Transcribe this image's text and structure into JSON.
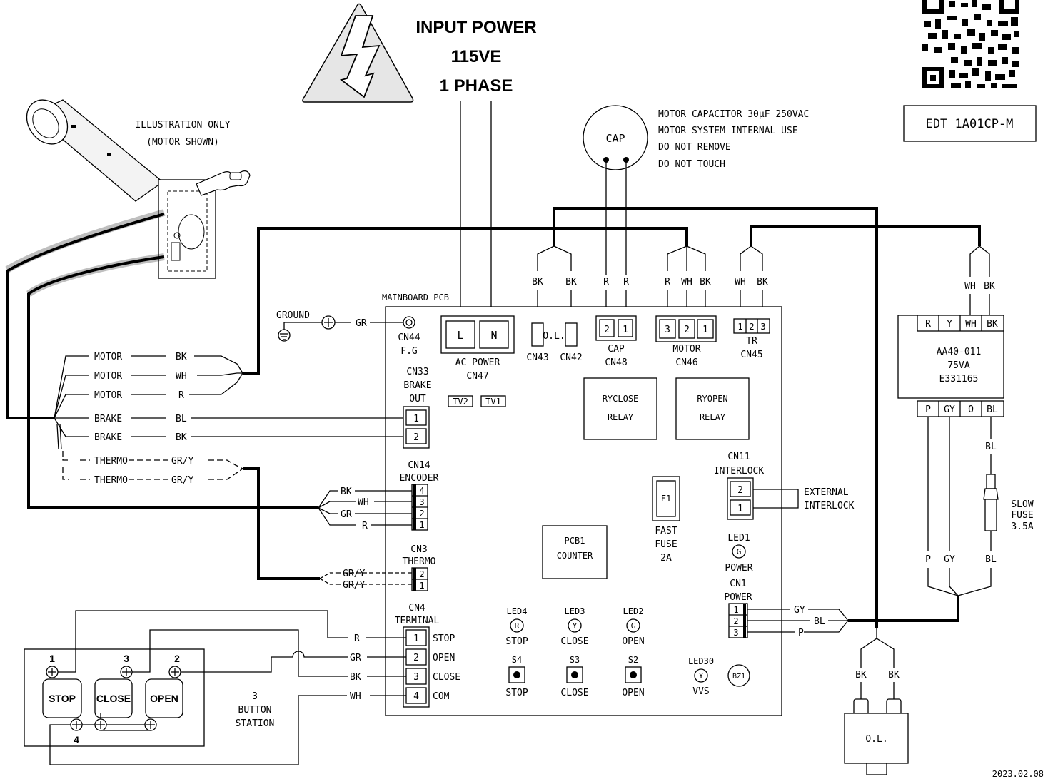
{
  "power": {
    "line1": "INPUT POWER",
    "line2": "115VE",
    "line3": "1 PHASE"
  },
  "model": "EDT 1A01CP-M",
  "illustration": {
    "line1": "ILLUSTRATION ONLY",
    "line2": "(MOTOR SHOWN)"
  },
  "capacitor": {
    "label": "CAP",
    "note1": "MOTOR CAPACITOR 30μF 250VAC",
    "note2": "MOTOR SYSTEM INTERNAL USE",
    "note3": "DO NOT REMOVE",
    "note4": "DO NOT TOUCH"
  },
  "pcb": {
    "title": "MAINBOARD PCB",
    "ground": "GROUND",
    "ground_wire": "GR",
    "cn44": "CN44",
    "fg": "F.G",
    "ac_l": "L",
    "ac_n": "N",
    "ac_power": "AC POWER",
    "cn47": "CN47",
    "cn43": "CN43",
    "cn42": "CN42",
    "ol": "O.L.",
    "cap_pin2": "2",
    "cap_pin1": "1",
    "cap": "CAP",
    "cn48": "CN48",
    "motor_pin3": "3",
    "motor_pin2": "2",
    "motor_pin1": "1",
    "motor": "MOTOR",
    "cn46": "CN46",
    "tr_pin1": "1",
    "tr_pin2": "2",
    "tr_pin3": "3",
    "tr": "TR",
    "cn45": "CN45",
    "cn33": "CN33",
    "brake": "BRAKE",
    "out": "OUT",
    "brake_pin1": "1",
    "brake_pin2": "2",
    "tv2": "TV2",
    "tv1": "TV1",
    "ryclose": "RYCLOSE",
    "ryopen": "RYOPEN",
    "relay": "RELAY",
    "cn14": "CN14",
    "encoder": "ENCODER",
    "enc_pin4": "4",
    "enc_pin3": "3",
    "enc_pin2": "2",
    "enc_pin1": "1",
    "cn11": "CN11",
    "interlock": "INTERLOCK",
    "il_pin2": "2",
    "il_pin1": "1",
    "external": "EXTERNAL",
    "interlock2": "INTERLOCK",
    "f1": "F1",
    "fast": "FAST",
    "fuse": "FUSE",
    "amp2": "2A",
    "pcb1": "PCB1",
    "counter": "COUNTER",
    "led1": "LED1",
    "led1_g": "G",
    "power": "POWER",
    "cn3": "CN3",
    "thermo": "THERMO",
    "th_pin2": "2",
    "th_pin1": "1",
    "cn1": "CN1",
    "cn1_power": "POWER",
    "cn1_pin1": "1",
    "cn1_pin2": "2",
    "cn1_pin3": "3",
    "cn4": "CN4",
    "terminal": "TERMINAL",
    "t_pin1": "1",
    "t_pin2": "2",
    "t_pin3": "3",
    "t_pin4": "4",
    "t_stop": "STOP",
    "t_open": "OPEN",
    "t_close": "CLOSE",
    "t_com": "COM",
    "led4": "LED4",
    "led4_c": "R",
    "led4_l": "STOP",
    "led3": "LED3",
    "led3_c": "Y",
    "led3_l": "CLOSE",
    "led2": "LED2",
    "led2_c": "G",
    "led2_l": "OPEN",
    "s4": "S4",
    "s4_l": "STOP",
    "s3": "S3",
    "s3_l": "CLOSE",
    "s2": "S2",
    "s2_l": "OPEN",
    "led30": "LED30",
    "led30_c": "Y",
    "vvs": "VVS",
    "bz1": "BZ1"
  },
  "wires": {
    "motor1": "MOTOR",
    "motor1_c": "BK",
    "motor2": "MOTOR",
    "motor2_c": "WH",
    "motor3": "MOTOR",
    "motor3_c": "R",
    "brake1": "BRAKE",
    "brake1_c": "BL",
    "brake2": "BRAKE",
    "brake2_c": "BK",
    "thermo1": "THERMO",
    "thermo1_c": "GR/Y",
    "thermo2": "THERMO",
    "thermo2_c": "GR/Y",
    "enc_bk": "BK",
    "enc_wh": "WH",
    "enc_gr": "GR",
    "enc_r": "R",
    "th_gry1": "GR/Y",
    "th_gry2": "GR/Y",
    "term_r": "R",
    "term_gr": "GR",
    "term_bk": "BK",
    "term_wh": "WH",
    "top_bk1": "BK",
    "top_bk2": "BK",
    "top_r1": "R",
    "top_r2": "R",
    "top_r3": "R",
    "top_wh1": "WH",
    "top_bk3": "BK",
    "top_wh2": "WH",
    "top_bk4": "BK",
    "cn1_gy": "GY",
    "cn1_bl": "BL",
    "cn1_p": "P"
  },
  "transformer": {
    "wh": "WH",
    "bk": "BK",
    "in_r": "R",
    "in_y": "Y",
    "in_wh": "WH",
    "in_bk": "BK",
    "part": "AA40-011",
    "va": "75VA",
    "cert": "E331165",
    "out_p": "P",
    "out_gy": "GY",
    "out_o": "O",
    "out_bl": "BL",
    "bl_mid": "BL",
    "slow": "SLOW",
    "fuse": "FUSE",
    "amp": "3.5A",
    "bot_p": "P",
    "bot_gy": "GY",
    "bot_bl": "BL"
  },
  "overload": {
    "bk1": "BK",
    "bk2": "BK",
    "label": "O.L."
  },
  "station": {
    "n1": "1",
    "n3": "3",
    "n2": "2",
    "n4": "4",
    "stop": "STOP",
    "close": "CLOSE",
    "open": "OPEN",
    "line1": "3",
    "line2": "BUTTON",
    "line3": "STATION"
  },
  "date": "2023.02.08"
}
